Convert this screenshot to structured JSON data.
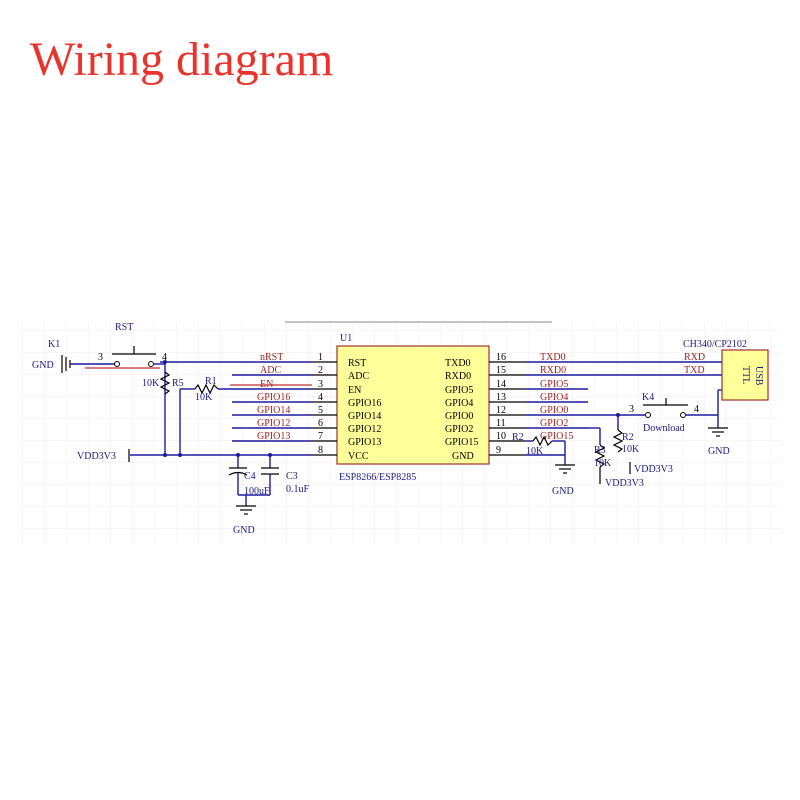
{
  "title": "Wiring diagram",
  "colors": {
    "title": "#e8342c",
    "wire": "#1a1aa0",
    "net_label": "#9b1f1f",
    "component_label": "#1a1a80",
    "chip_fill": "#ffff99",
    "grid": "#f3e4e4"
  },
  "module": {
    "ref": "U1",
    "part": "ESP8266/ESP8285",
    "left_pins": [
      {
        "num": "1",
        "name": "RST",
        "net": "nRST"
      },
      {
        "num": "2",
        "name": "ADC",
        "net": "ADC"
      },
      {
        "num": "3",
        "name": "EN",
        "net": "EN"
      },
      {
        "num": "4",
        "name": "GPIO16",
        "net": "GPIO16"
      },
      {
        "num": "5",
        "name": "GPIO14",
        "net": "GPIO14"
      },
      {
        "num": "6",
        "name": "GPIO12",
        "net": "GPIO12"
      },
      {
        "num": "7",
        "name": "GPIO13",
        "net": "GPIO13"
      },
      {
        "num": "8",
        "name": "VCC",
        "net": ""
      }
    ],
    "right_pins": [
      {
        "num": "16",
        "name": "TXD0",
        "net": "TXD0"
      },
      {
        "num": "15",
        "name": "RXD0",
        "net": "RXD0"
      },
      {
        "num": "14",
        "name": "GPIO5",
        "net": "GPIO5"
      },
      {
        "num": "13",
        "name": "GPIO4",
        "net": "GPIO4"
      },
      {
        "num": "12",
        "name": "GPIO0",
        "net": "GPIO0"
      },
      {
        "num": "11",
        "name": "GPIO2",
        "net": "GPIO2"
      },
      {
        "num": "10",
        "name": "GPIO15",
        "net": "GPIO15"
      },
      {
        "num": "9",
        "name": "GND",
        "net": ""
      }
    ]
  },
  "labels": {
    "k1": "K1",
    "gnd_k1": "GND",
    "rst_button": "RST",
    "pin3": "3",
    "pin4": "4",
    "r5": "R5",
    "r5_value": "10K",
    "r1": "R1",
    "r1_value": "10K",
    "vdd_left": "VDD3V3",
    "c4": "C4",
    "c4_value": "100uF",
    "c3": "C3",
    "c3_value": "0.1uF",
    "gnd_caps": "GND",
    "r2_pulldown": "R2",
    "r2_pulldown_value": "10K",
    "gnd_mid": "GND",
    "r3": "R3",
    "r3_value": "10K",
    "vdd_r3": "VDD3V3",
    "r2_pullup": "R2",
    "r2_pullup_value": "10K",
    "vdd_r2": "VDD3V3",
    "k4": "K4",
    "k4_pin3": "3",
    "k4_pin4": "4",
    "download": "Download",
    "gnd_right": "GND",
    "usb_chip": "CH340/CP2102",
    "usb_line1": "USB",
    "usb_line2": "TTL",
    "rxd": "RXD",
    "txd": "TXD"
  }
}
